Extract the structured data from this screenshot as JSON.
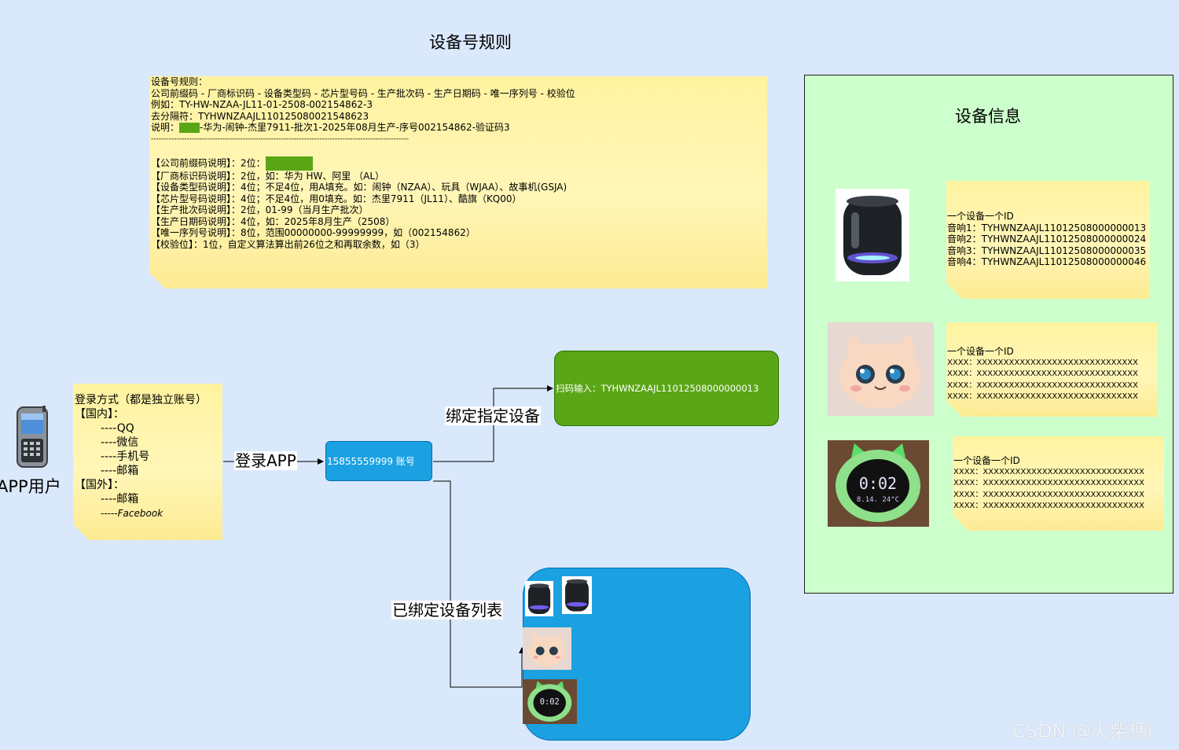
{
  "title": "设备号规则",
  "rules_note": {
    "lines": [
      "设备号规则：",
      "公司前缀码 - 厂商标识码 - 设备类型码 - 芯片型号码 - 生产批次码 - 生产日期码 - 唯一序列号 - 校验位",
      "",
      "例如：TY-HW-NZAA-JL11-01-2508-002154862-3",
      "去分隔符：TYHWNZAAJL110125080021548623"
    ],
    "explain_prefix": "说明：",
    "explain_suffix": "-华为-闹钟-杰里7911-批次1-2025年08月生产-序号002154862-验证码3",
    "divider": "-----------------------------------------------------------------------------------------------------",
    "prefix_line": "【公司前缀码说明】：2位：",
    "details": [
      "【厂商标识码说明】：2位，如：华为 HW、阿里 （AL）",
      "【设备类型码说明】：4位；不足4位，用A填充。如：闹钟（NZAA）、玩具（WJAA）、故事机(GSJA)",
      "【芯片型号码说明】：4位；不足4位，用0填充。如：杰里7911（JL11）、酷旗（KQ00）",
      "【生产批次码说明】：2位，01-99（当月生产批次）",
      "【生产日期码说明】：4位，如：2025年8月生产（2508）",
      "【唯一序列号说明】：8位，范围00000000-99999999，如（002154862）",
      "【校验位】：1位，自定义算法算出前26位之和再取余数，如（3）"
    ]
  },
  "user": {
    "label": "APP用户"
  },
  "login_note": {
    "title": "登录方式（都是独立账号）",
    "domestic": "【国内】：",
    "domestic_items": [
      "----QQ",
      "----微信",
      "----手机号",
      "----邮箱"
    ],
    "foreign": "【国外】：",
    "foreign_items": [
      "----邮箱"
    ],
    "facebook_prefix": "-----",
    "facebook": "Facebook"
  },
  "edges": {
    "login": "登录APP",
    "bind": "绑定指定设备",
    "bound_list": "已绑定设备列表"
  },
  "account_box": {
    "label": "15855559999 账号"
  },
  "scan_box": {
    "label": "扫码输入：TYHWNZAAJL11012508000000013"
  },
  "device_panel": {
    "title": "设备信息",
    "notes": [
      {
        "header": "一个设备一个ID",
        "lines": [
          "音响1：TYHWNZAAJL11012508000000013",
          "音响2：TYHWNZAAJL11012508000000024",
          "音响3：TYHWNZAAJL11012508000000035",
          "音响4：TYHWNZAAJL11012508000000046"
        ]
      },
      {
        "header": "一个设备一个ID",
        "lines": [
          "XXXX：XXXXXXXXXXXXXXXXXXXXXXXXXXXXXX",
          "XXXX：XXXXXXXXXXXXXXXXXXXXXXXXXXXXXX",
          "XXXX：XXXXXXXXXXXXXXXXXXXXXXXXXXXXXX",
          "XXXX：XXXXXXXXXXXXXXXXXXXXXXXXXXXXXX"
        ]
      },
      {
        "header": "一个设备一个ID",
        "lines": [
          "XXXX：XXXXXXXXXXXXXXXXXXXXXXXXXXXXXX",
          "XXXX：XXXXXXXXXXXXXXXXXXXXXXXXXXXXXX",
          "XXXX：XXXXXXXXXXXXXXXXXXXXXXXXXXXXXX",
          "XXXX：XXXXXXXXXXXXXXXXXXXXXXXXXXXXXX"
        ]
      }
    ],
    "clock_display": {
      "time": "0:02",
      "date": "8.14. 24°C"
    }
  },
  "watermark": "CSDN @火柴梗i",
  "colors": {
    "background": "#dae8fc",
    "note": "#fff2a8",
    "panel": "#ccffcc",
    "scan_box": "#5aa617",
    "account_box": "#1ba1e2"
  }
}
